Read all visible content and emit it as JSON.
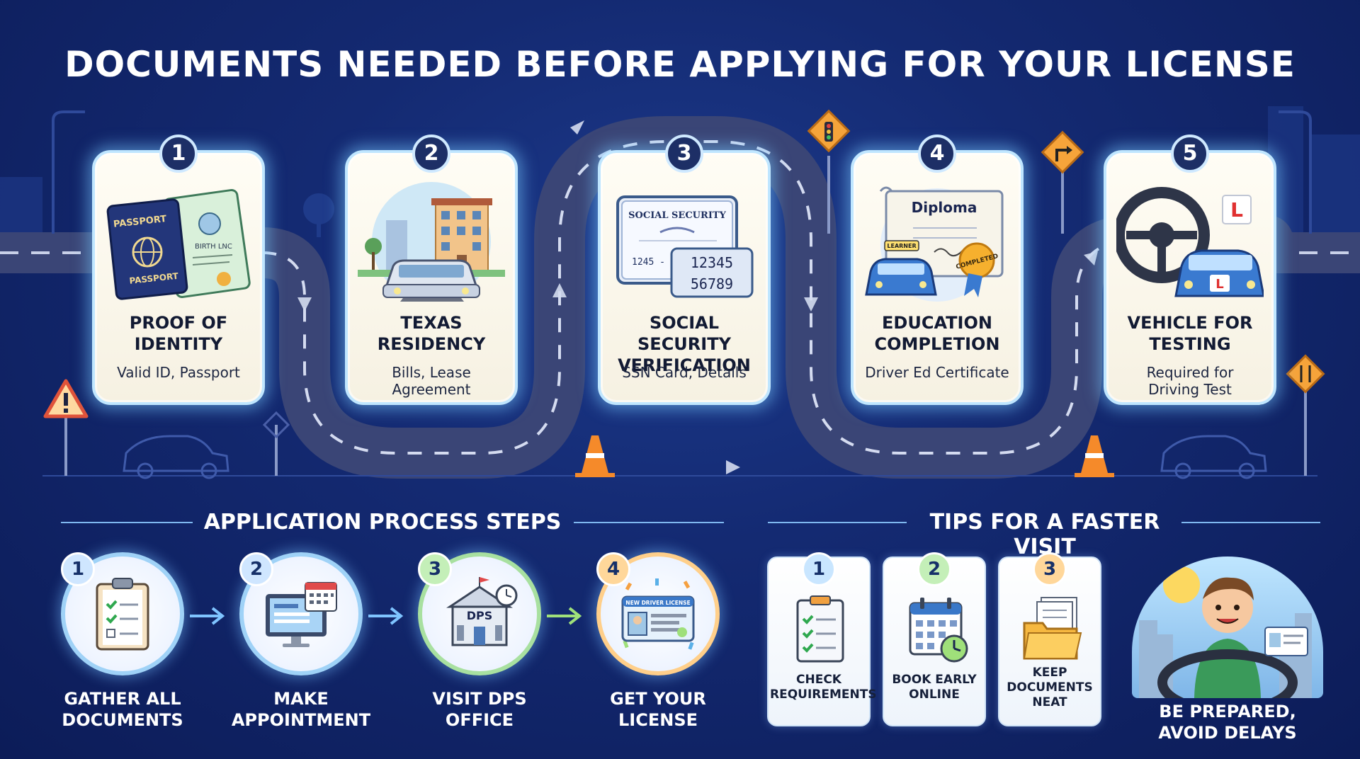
{
  "title": "DOCUMENTS NEEDED BEFORE APPLYING FOR YOUR LICENSE",
  "documents": [
    {
      "number": "1",
      "title": "PROOF OF\nIDENTITY",
      "subtitle": "Valid ID, Passport",
      "icon": "passport-and-birth-certificate",
      "illus_text": [
        "PASSPORT",
        "PASSPORT",
        "BIRTH LNC"
      ]
    },
    {
      "number": "2",
      "title": "TEXAS\nRESIDENCY",
      "subtitle": "Bills, Lease\nAgreement",
      "icon": "house-and-car"
    },
    {
      "number": "3",
      "title": "SOCIAL SECURITY\nVERIFICATION",
      "subtitle": "SSN Card, Details",
      "icon": "social-security-card",
      "illus_text": [
        "SOCIAL SECURITY",
        "1245 -",
        "12345",
        "56789"
      ]
    },
    {
      "number": "4",
      "title": "EDUCATION\nCOMPLETION",
      "subtitle": "Driver Ed Certificate",
      "icon": "diploma-and-learner-car",
      "illus_text": [
        "Diploma",
        "LEARNER",
        "COMPLETED"
      ]
    },
    {
      "number": "5",
      "title": "VEHICLE FOR\nTESTING",
      "subtitle": "Required for\nDriving Test",
      "icon": "steering-wheel-and-car",
      "illus_text": [
        "L",
        "L"
      ]
    }
  ],
  "process": {
    "heading": "APPLICATION PROCESS STEPS",
    "steps": [
      {
        "number": "1",
        "label": "GATHER ALL\nDOCUMENTS",
        "icon": "clipboard-checklist-icon"
      },
      {
        "number": "2",
        "label": "MAKE\nAPPOINTMENT",
        "icon": "computer-calendar-icon"
      },
      {
        "number": "3",
        "label": "VISIT DPS\nOFFICE",
        "icon": "dps-building-icon",
        "illus_text": "DPS"
      },
      {
        "number": "4",
        "label": "GET YOUR\nLICENSE",
        "icon": "license-card-icon",
        "illus_text": "NEW DRIVER LICENSE"
      }
    ]
  },
  "tips": {
    "heading": "TIPS FOR A FASTER VISIT",
    "items": [
      {
        "number": "1",
        "label": "CHECK\nREQUIREMENTS",
        "icon": "checklist-icon",
        "color": "#c9e6ff"
      },
      {
        "number": "2",
        "label": "BOOK EARLY\nONLINE",
        "icon": "calendar-clock-icon",
        "color": "#c4efb8"
      },
      {
        "number": "3",
        "label": "KEEP\nDOCUMENTS\nNEAT",
        "icon": "folder-icon",
        "color": "#ffd79a"
      }
    ],
    "closing_label": "BE PREPARED,\nAVOID DELAYS",
    "closing_icon": "happy-driver-icon"
  },
  "colors": {
    "background": "#142a72",
    "road": "#3a4576",
    "card": "#fffdf5",
    "glow": "#9fd8ff",
    "accent_orange": "#f59a2e"
  }
}
